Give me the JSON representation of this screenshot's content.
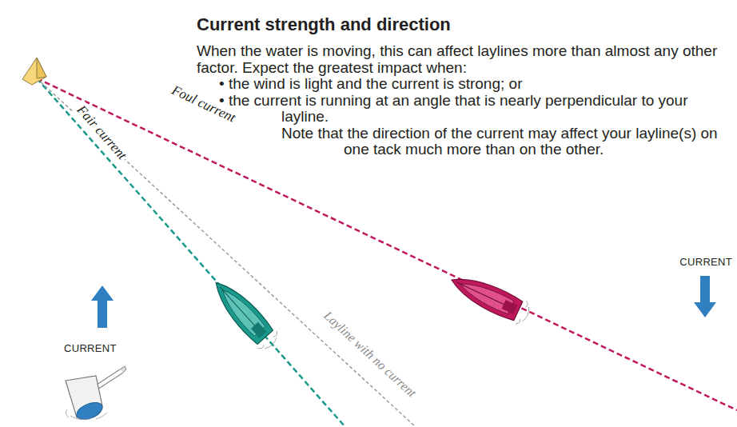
{
  "diagram": {
    "title": "Current strength and direction",
    "labels": [
      "When the water is moving, this can affect laylines more than almost any other factor. Expect the greatest impact when:",
      "• the wind is light and the current is strong; or",
      "• the current is running at an angle that is nearly perpendicular to your layline.",
      "Note that the direction of the current may affect your layline(s) on one tack much more than on the other.",
      "Foul current",
      "Fair current",
      "Layline with no current",
      "CURRENT",
      "CURRENT"
    ]
  }
}
